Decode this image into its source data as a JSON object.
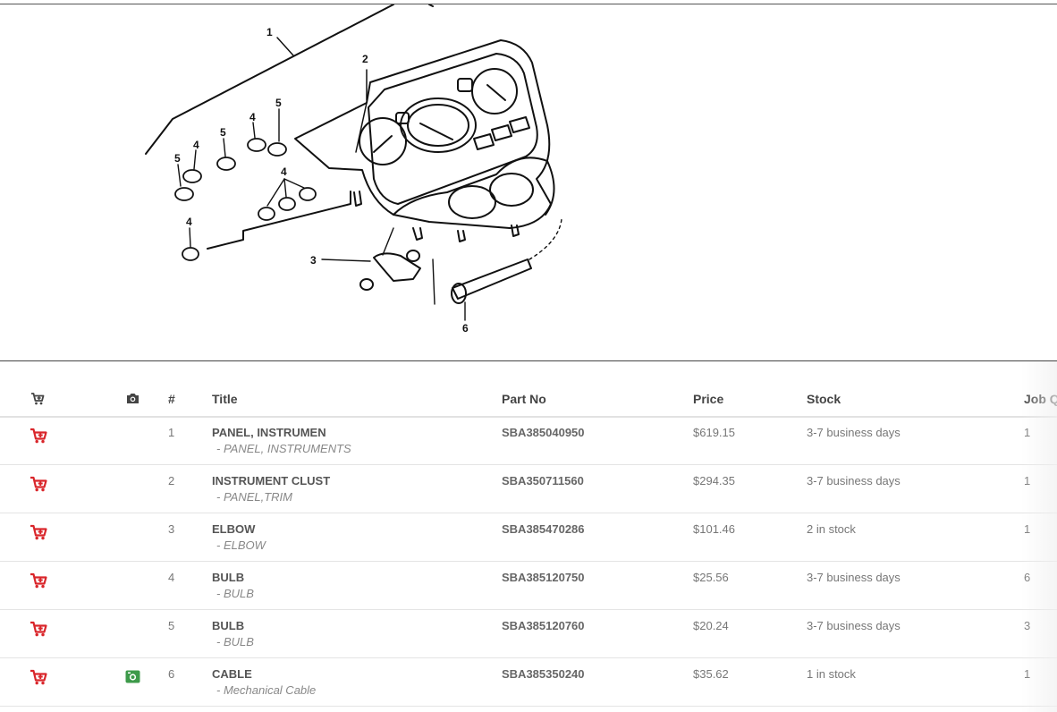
{
  "columns": {
    "cart_icon": "cart-plus-icon",
    "photo_icon": "camera-icon",
    "num": "#",
    "title": "Title",
    "part_no": "Part No",
    "price": "Price",
    "stock": "Stock",
    "job_qty": "Job Qu"
  },
  "diagram_labels": {
    "l1": "1",
    "l2": "2",
    "l3": "3",
    "l4a": "4",
    "l4b": "4",
    "l4c": "4",
    "l4d": "4",
    "l5a": "5",
    "l5b": "5",
    "l5c": "5",
    "l6": "6"
  },
  "rows": [
    {
      "num": "1",
      "title": "PANEL, INSTRUMEN",
      "subtitle": "- PANEL, INSTRUMENTS",
      "part_no": "SBA385040950",
      "price": "$619.15",
      "stock": "3-7 business days",
      "job_qty": "1",
      "has_photo": false
    },
    {
      "num": "2",
      "title": "INSTRUMENT CLUST",
      "subtitle": "- PANEL,TRIM",
      "part_no": "SBA350711560",
      "price": "$294.35",
      "stock": "3-7 business days",
      "job_qty": "1",
      "has_photo": false
    },
    {
      "num": "3",
      "title": "ELBOW",
      "subtitle": "- ELBOW",
      "part_no": "SBA385470286",
      "price": "$101.46",
      "stock": "2 in stock",
      "job_qty": "1",
      "has_photo": false
    },
    {
      "num": "4",
      "title": "BULB",
      "subtitle": "- BULB",
      "part_no": "SBA385120750",
      "price": "$25.56",
      "stock": "3-7 business days",
      "job_qty": "6",
      "has_photo": false
    },
    {
      "num": "5",
      "title": "BULB",
      "subtitle": "- BULB",
      "part_no": "SBA385120760",
      "price": "$20.24",
      "stock": "3-7 business days",
      "job_qty": "3",
      "has_photo": false
    },
    {
      "num": "6",
      "title": "CABLE",
      "subtitle": "- Mechanical Cable",
      "part_no": "SBA385350240",
      "price": "$35.62",
      "stock": "1 in stock",
      "job_qty": "1",
      "has_photo": true
    }
  ],
  "colors": {
    "cart": "#d9262b",
    "photo_active": "#3d9a4a",
    "header_icon": "#444444"
  }
}
